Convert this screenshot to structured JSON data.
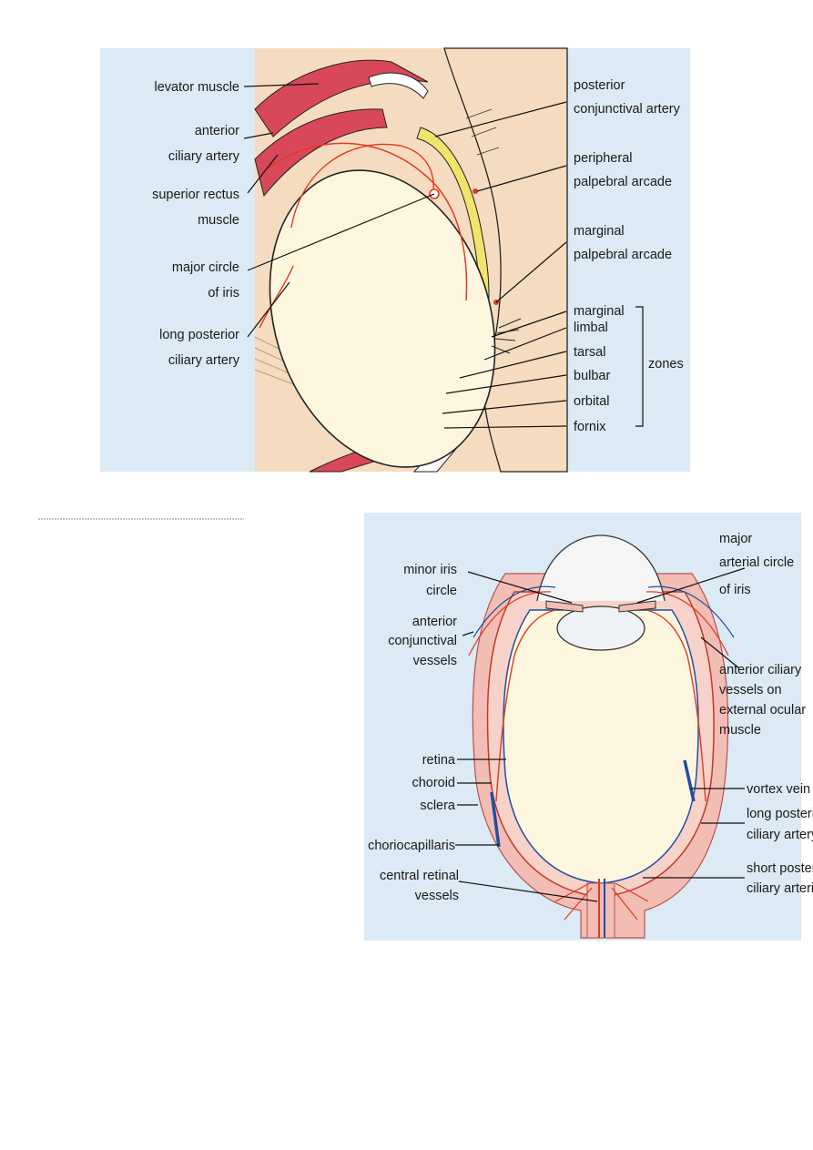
{
  "diagram1": {
    "labels": {
      "levator_muscle": "levator muscle",
      "anterior_ciliary_artery_1": "anterior",
      "anterior_ciliary_artery_2": "ciliary artery",
      "superior_rectus_1": "superior rectus",
      "superior_rectus_2": "muscle",
      "major_circle_1": "major circle",
      "major_circle_2": "of iris",
      "long_posterior_1": "long posterior",
      "long_posterior_2": "ciliary artery",
      "posterior_conj_1": "posterior",
      "posterior_conj_2": "conjunctival artery",
      "peripheral_palp_1": "peripheral",
      "peripheral_palp_2": "palpebral arcade",
      "marginal_palp_1": "marginal",
      "marginal_palp_2": "palpebral arcade",
      "zone_marginal": "marginal",
      "zone_limbal": "limbal",
      "zone_tarsal": "tarsal",
      "zone_bulbar": "bulbar",
      "zone_orbital": "orbital",
      "zone_fornix": "fornix",
      "zones": "zones"
    }
  },
  "diagram2": {
    "labels": {
      "major_1": "major",
      "major_2": "arterial circle",
      "major_3": "of iris",
      "minor_1": "minor iris",
      "minor_2": "circle",
      "ant_conj_1": "anterior",
      "ant_conj_2": "conjunctival",
      "ant_conj_3": "vessels",
      "ant_ciliary_1": "anterior ciliary",
      "ant_ciliary_2": "vessels on",
      "ant_ciliary_3": "external ocular",
      "ant_ciliary_4": "muscle",
      "retina": "retina",
      "choroid": "choroid",
      "sclera": "sclera",
      "vortex_vein": "vortex vein",
      "long_post_1": "long posterior",
      "long_post_2": "ciliary artery",
      "choriocapillaris": "choriocapillaris",
      "central_retinal_1": "central retinal",
      "central_retinal_2": "vessels",
      "short_post_1": "short posterior",
      "short_post_2": "ciliary arteries"
    }
  },
  "colors": {
    "panel_blue": "#dbeaf4",
    "skin": "#f5dcc0",
    "muscle_red": "#d8485a",
    "artery": "#e23a1e",
    "vein": "#1f4fa0",
    "globe": "#fdf6df",
    "conjunctiva_yellow": "#f1e46a",
    "sclera_pink": "#f2bdb4"
  }
}
